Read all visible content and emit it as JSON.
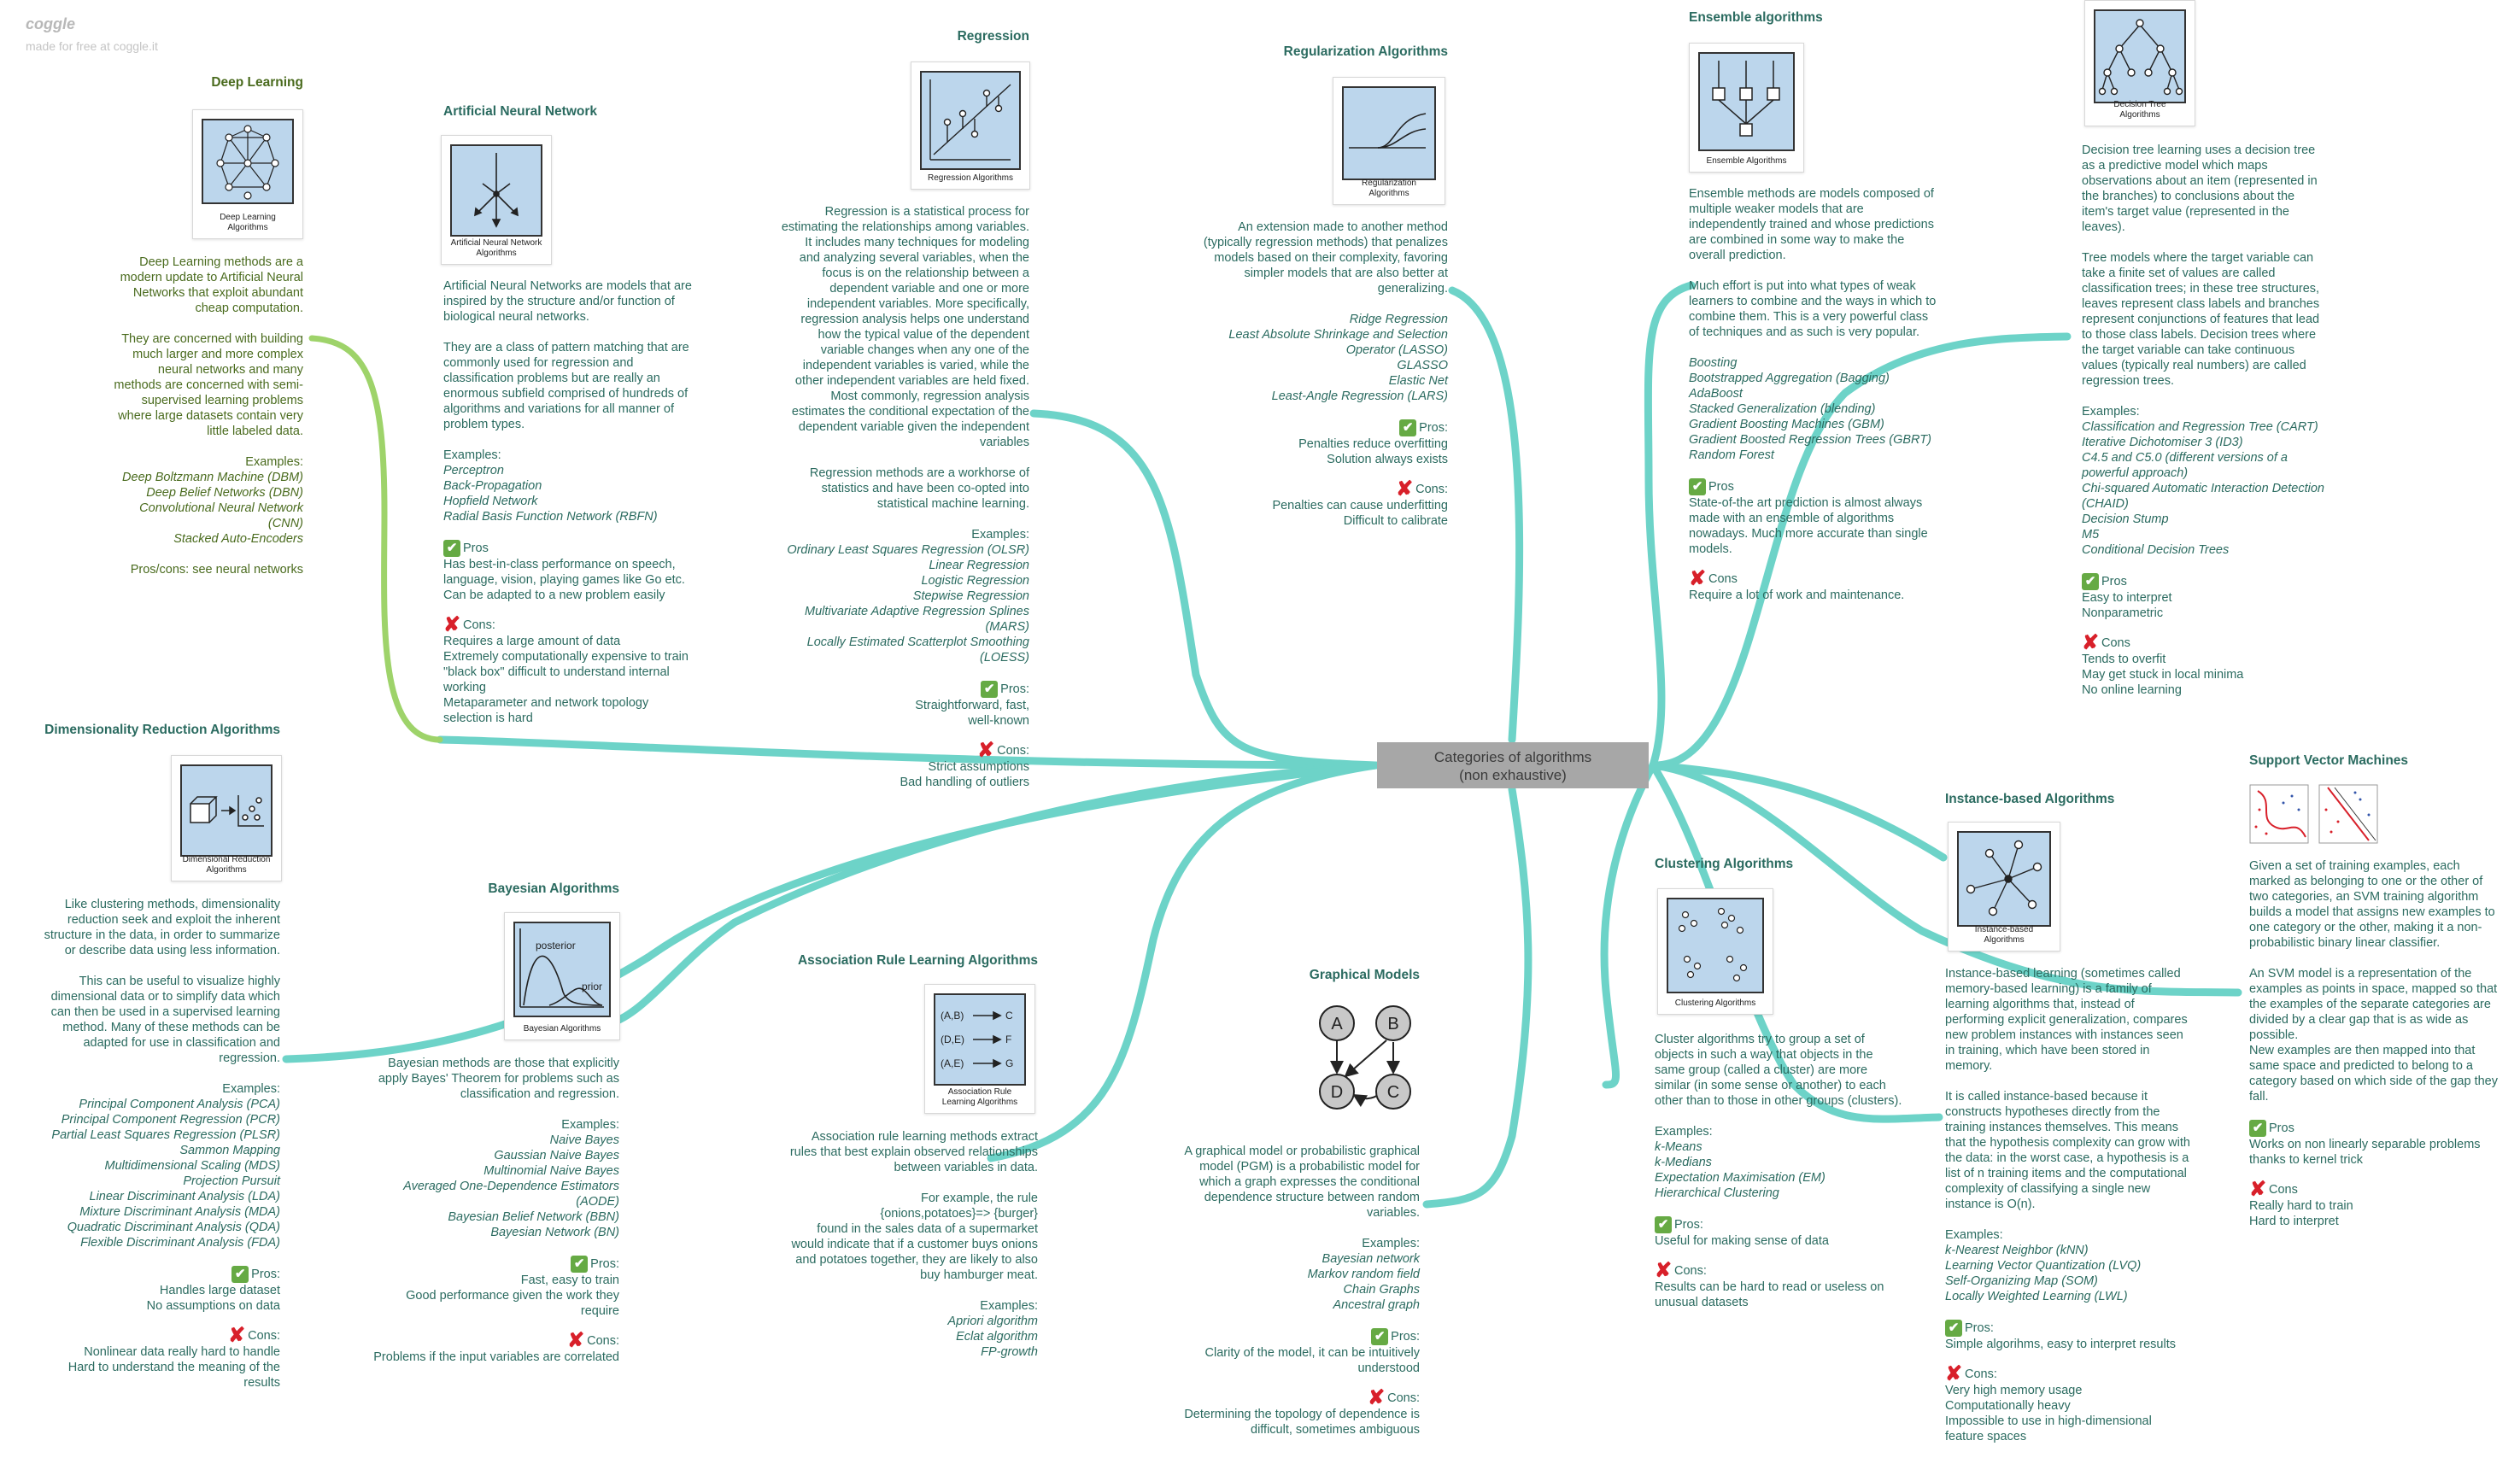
{
  "brand": {
    "name": "coggle",
    "tagline": "made for free at coggle.it"
  },
  "center": {
    "title": "Categories of algorithms\n(non exhaustive)"
  },
  "colors": {
    "branch": "#6dd3c8",
    "deep_branch": "#9ed36a",
    "text": "#2b6b60",
    "deep_text": "#4a6b1e",
    "center_bg": "#a7a7a7"
  },
  "nodes": {
    "deep_learning": {
      "title": "Deep Learning",
      "thumb_caption": "Deep Learning\nAlgorithms",
      "desc": "Deep Learning methods are a\nmodern update to Artificial Neural\nNetworks that exploit abundant\ncheap computation.\n\nThey are concerned with building\nmuch larger and more complex\nneural networks and many\nmethods are concerned with semi-\nsupervised learning problems\nwhere large datasets contain very\nlittle labeled data.",
      "examples_label": "Examples:",
      "examples": [
        "Deep Boltzmann Machine (DBM)",
        "Deep Belief Networks (DBN)",
        "Convolutional Neural Network\n(CNN)",
        "Stacked Auto-Encoders"
      ],
      "note": "Pros/cons: see neural networks"
    },
    "ann": {
      "title": "Artificial Neural Network",
      "thumb_caption": "Artificial Neural Network\nAlgorithms",
      "desc": "Artificial Neural Networks are models that are\ninspired by the structure and/or function of\nbiological neural networks.\n\nThey are a class of pattern matching that are\ncommonly used for regression and\nclassification problems but are really an\nenormous subfield comprised of hundreds of\nalgorithms and variations for all manner of\nproblem types.",
      "examples_label": "Examples:",
      "examples": [
        "Perceptron",
        "Back-Propagation",
        "Hopfield Network",
        "Radial Basis Function Network (RBFN)"
      ],
      "pros_label": "Pros",
      "pros": "Has best-in-class performance on speech,\nlanguage, vision, playing games like Go etc.\nCan be adapted to a new problem easily",
      "cons_label": "Cons:",
      "cons": "Requires a large amount of data\nExtremely computationally expensive to train\n\"black box\" difficult to understand internal\nworking\nMetaparameter and network topology\nselection is hard"
    },
    "regression": {
      "title": "Regression",
      "thumb_caption": "Regression Algorithms",
      "desc": "Regression is a statistical process for\nestimating the relationships among variables.\nIt includes many techniques for modeling\nand analyzing several variables, when the\nfocus is on the relationship between a\ndependent variable and one or more\nindependent variables. More specifically,\nregression analysis helps one understand\nhow the typical value of the dependent\nvariable changes when any one of the\nindependent variables is varied, while the\nother independent variables are held fixed.\nMost commonly, regression analysis\nestimates the conditional expectation of the\ndependent variable given the independent\nvariables\n\nRegression methods are a workhorse of\nstatistics and have been co-opted into\nstatistical machine learning.",
      "examples_label": "Examples:",
      "examples": [
        "Ordinary Least Squares Regression (OLSR)",
        "Linear Regression",
        "Logistic Regression",
        "Stepwise Regression",
        "Multivariate Adaptive Regression Splines\n(MARS)",
        "Locally Estimated Scatterplot Smoothing\n(LOESS)"
      ],
      "pros_label": "Pros:",
      "pros": "Straightforward, fast,\nwell-known",
      "cons_label": "Cons:",
      "cons": "Strict assumptions\nBad handling of outliers"
    },
    "regularization": {
      "title": "Regularization Algorithms",
      "thumb_caption": "Regularization\nAlgorithms",
      "desc": "An extension made to another method\n(typically regression methods) that penalizes\nmodels based on their complexity, favoring\nsimpler models that are also better at\ngeneralizing.",
      "examples": [
        "Ridge Regression",
        "Least Absolute Shrinkage and Selection\nOperator (LASSO)",
        "GLASSO",
        "Elastic Net",
        "Least-Angle Regression (LARS)"
      ],
      "pros_label": "Pros:",
      "pros": "Penalties reduce overfitting\nSolution always exists",
      "cons_label": "Cons:",
      "cons": "Penalties can cause underfitting\nDifficult to calibrate"
    },
    "ensemble": {
      "title": "Ensemble algorithms",
      "thumb_caption": "Ensemble Algorithms",
      "desc": "Ensemble methods are models composed of\nmultiple weaker models that are\nindependently trained and whose predictions\nare combined in some way to make the\noverall prediction.\n\nMuch effort is put into what types of weak\nlearners to combine and the ways in which to\ncombine them. This is a very powerful class\nof techniques and as such is very popular.",
      "examples": [
        "Boosting",
        "Bootstrapped Aggregation (Bagging)",
        "AdaBoost",
        "Stacked Generalization (blending)",
        "Gradient Boosting Machines (GBM)",
        "Gradient Boosted Regression Trees (GBRT)",
        "Random Forest"
      ],
      "pros_label": "Pros",
      "pros": "State-of-the art prediction is almost always\nmade with an ensemble of algorithms\nnowadays. Much more accurate than single\nmodels.",
      "cons_label": "Cons",
      "cons": "Require a lot of work and maintenance."
    },
    "decision_tree": {
      "thumb_caption": "Decision Tree\nAlgorithms",
      "desc": "Decision tree learning uses a decision tree\nas a predictive model which maps\nobservations about an item (represented in\nthe branches) to conclusions about the\nitem's target value (represented in the\nleaves).\n\nTree models where the target variable can\ntake a finite set of values are called\nclassification trees; in these tree structures,\nleaves represent class labels and branches\nrepresent conjunctions of features that lead\nto those class labels. Decision trees where\nthe target variable can take continuous\nvalues (typically real numbers) are called\nregression trees.",
      "examples_label": "Examples:",
      "examples": [
        "Classification and Regression Tree (CART)",
        "Iterative Dichotomiser 3 (ID3)",
        "C4.5 and C5.0 (different versions of a\npowerful approach)",
        "Chi-squared Automatic Interaction Detection\n(CHAID)",
        "Decision Stump",
        "M5",
        "Conditional Decision Trees"
      ],
      "pros_label": "Pros",
      "pros": "Easy to interpret\nNonparametric",
      "cons_label": "Cons",
      "cons": "Tends to overfit\nMay get stuck in local minima\nNo online learning"
    },
    "svm": {
      "title": "Support Vector Machines",
      "desc": "Given a set of training examples, each\nmarked as belonging to one or the other of\ntwo categories, an SVM training algorithm\nbuilds a model that assigns new examples to\none category or the other, making it a non-\nprobabilistic binary linear classifier.\n\nAn SVM model is a representation of the\nexamples as points in space, mapped so that\nthe examples of the separate categories are\ndivided by a clear gap that is as wide as\npossible.\nNew examples are then mapped into that\nsame space and predicted to belong to a\ncategory based on which side of the gap they\nfall.",
      "pros_label": "Pros",
      "pros": "Works on non linearly separable problems\nthanks to kernel trick",
      "cons_label": "Cons",
      "cons": "Really hard to train\nHard to interpret"
    },
    "instance": {
      "title": "Instance-based Algorithms",
      "thumb_caption": "Instance-based\nAlgorithms",
      "desc": "Instance-based learning (sometimes called\nmemory-based learning) is a family of\nlearning algorithms that, instead of\nperforming explicit generalization, compares\nnew problem instances with instances seen\nin training, which have been stored in\nmemory.\n\nIt is called instance-based because it\nconstructs hypotheses directly from the\ntraining instances themselves. This means\nthat the hypothesis complexity can grow with\nthe data: in the worst case, a hypothesis is a\nlist of n training items and the computational\ncomplexity of classifying a single new\ninstance is O(n).",
      "examples_label": "Examples:",
      "examples": [
        "k-Nearest Neighbor (kNN)",
        "Learning Vector Quantization (LVQ)",
        "Self-Organizing Map (SOM)",
        "Locally Weighted Learning (LWL)"
      ],
      "pros_label": "Pros:",
      "pros": "Simple algorihms, easy to interpret results",
      "cons_label": "Cons:",
      "cons": "Very high memory usage\nComputationally heavy\nImpossible to use in high-dimensional\nfeature spaces"
    },
    "clustering": {
      "title": "Clustering Algorithms",
      "thumb_caption": "Clustering Algorithms",
      "desc": "Cluster algorithms try to group a set of\nobjects in such a way that objects in the\nsame group (called a cluster) are more\nsimilar (in some sense or another) to each\nother than to those in other groups (clusters).",
      "examples_label": "Examples:",
      "examples": [
        "k-Means",
        "k-Medians",
        "Expectation Maximisation (EM)",
        "Hierarchical Clustering"
      ],
      "pros_label": "Pros:",
      "pros": "Useful for making sense of data",
      "cons_label": "Cons:",
      "cons": "Results can be hard to read or useless on\nunusual datasets"
    },
    "graphical": {
      "title": "Graphical Models",
      "graph_nodes": [
        "A",
        "B",
        "D",
        "C"
      ],
      "desc": "A graphical model or probabilistic graphical\nmodel (PGM) is a probabilistic model for\nwhich a graph expresses the conditional\ndependence structure between random\nvariables.",
      "examples_label": "Examples:",
      "examples": [
        "Bayesian network",
        "Markov random field",
        "Chain Graphs",
        "Ancestral graph"
      ],
      "pros_label": "Pros:",
      "pros": "Clarity of the model, it can be intuitively\nunderstood",
      "cons_label": "Cons:",
      "cons": "Determining the topology of dependence is\ndifficult, sometimes ambiguous"
    },
    "association": {
      "title": "Association Rule Learning Algorithms",
      "thumb_caption": "Association Rule\nLearning Algorithms",
      "rules": [
        [
          "(A,B)",
          "C"
        ],
        [
          "(D,E)",
          "F"
        ],
        [
          "(A,E)",
          "G"
        ]
      ],
      "desc": "Association rule learning methods extract\nrules that best explain observed relationships\nbetween variables in data.\n\nFor example, the rule\n{onions,potatoes}=> {burger}\nfound in the sales data of a supermarket\nwould indicate that if a customer buys onions\nand potatoes together, they are likely to also\nbuy hamburger meat.",
      "examples_label": "Examples:",
      "examples": [
        "Apriori algorithm",
        "Eclat algorithm",
        "FP-growth"
      ]
    },
    "bayesian": {
      "title": "Bayesian Algorithms",
      "thumb_caption": "Bayesian Algorithms",
      "thumb_labels": [
        "posterior",
        "prior"
      ],
      "desc": "Bayesian methods are those that explicitly\napply Bayes' Theorem for problems such as\nclassification and regression.",
      "examples_label": "Examples:",
      "examples": [
        "Naive Bayes",
        "Gaussian Naive Bayes",
        "Multinomial Naive Bayes",
        "Averaged One-Dependence Estimators\n(AODE)",
        "Bayesian Belief Network (BBN)",
        "Bayesian Network (BN)"
      ],
      "pros_label": "Pros:",
      "pros": "Fast, easy to train\nGood performance given the work they\nrequire",
      "cons_label": "Cons:",
      "cons": "Problems if the input variables are correlated"
    },
    "dimred": {
      "title": "Dimensionality Reduction Algorithms",
      "thumb_caption": "Dimensional Reduction\nAlgorithms",
      "desc": "Like clustering methods, dimensionality\nreduction seek and exploit the inherent\nstructure in the data, in order to summarize\nor describe data using less information.\n\nThis can be useful to visualize highly\ndimensional data or to simplify data which\ncan then be used in a supervised learning\nmethod. Many of these methods can be\nadapted for use in classification and\nregression.",
      "examples_label": "Examples:",
      "examples": [
        "Principal Component Analysis (PCA)",
        "Principal Component Regression (PCR)",
        "Partial Least Squares Regression (PLSR)",
        "Sammon Mapping",
        "Multidimensional Scaling (MDS)",
        "Projection Pursuit",
        "Linear Discriminant Analysis (LDA)",
        "Mixture Discriminant Analysis (MDA)",
        "Quadratic Discriminant Analysis (QDA)",
        "Flexible Discriminant Analysis (FDA)"
      ],
      "pros_label": "Pros:",
      "pros": "Handles large dataset\nNo assumptions on data",
      "cons_label": "Cons:",
      "cons": "Nonlinear data really hard to handle\nHard to understand the meaning of the\nresults"
    }
  }
}
